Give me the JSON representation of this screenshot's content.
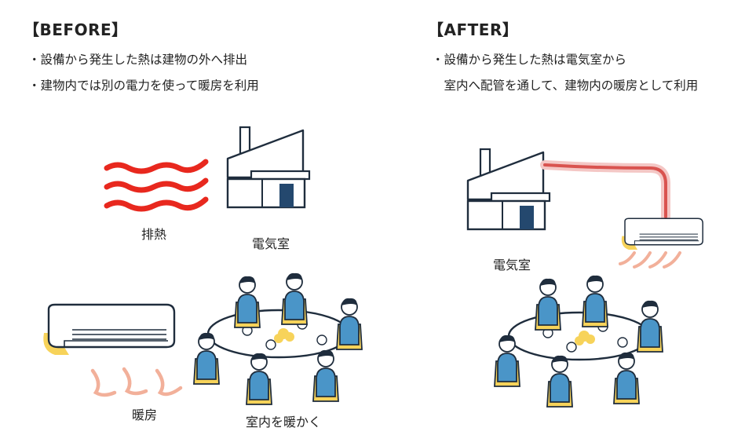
{
  "before": {
    "heading": "【BEFORE】",
    "bullets": [
      "・設備から発生した熱は建物の外へ排出",
      "・建物内では別の電力を使って暖房を利用"
    ],
    "labels": {
      "exhaust_heat": "排熱",
      "electrical_room": "電気室",
      "heating": "暖房",
      "warm_indoors": "室内を暖かく"
    }
  },
  "after": {
    "heading": "【AFTER】",
    "bullets": [
      "・設備から発生した熱は電気室から",
      "　室内へ配管を通して、建物内の暖房として利用"
    ],
    "labels": {
      "electrical_room": "電気室"
    }
  },
  "colors": {
    "heat_red": "#e8281e",
    "warm_peach": "#f2b09a",
    "accent_yellow": "#f7d35a",
    "shirt_blue": "#4a95c8",
    "ink": "#1f2d3d",
    "pipe_red": "#d9534f"
  }
}
